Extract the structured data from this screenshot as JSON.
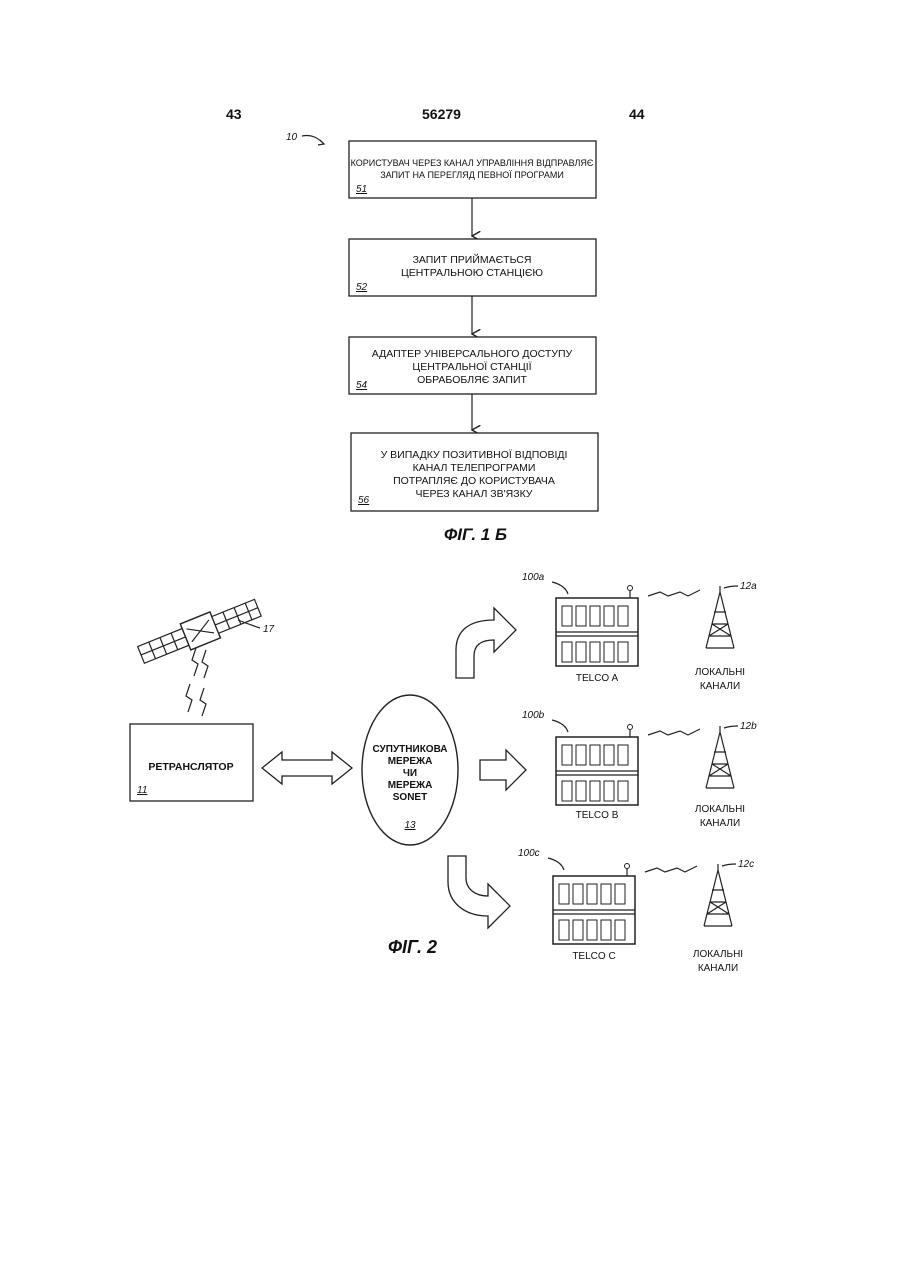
{
  "header": {
    "left_page": "43",
    "doc_number": "56279",
    "right_page": "44"
  },
  "fig1b": {
    "ref": "10",
    "steps": [
      {
        "id": "51",
        "lines": [
          "КОРИСТУВАЧ ЧЕРЕЗ КАНАЛ УПРАВЛІННЯ ВІДПРАВЛЯЄ",
          "ЗАПИТ НА ПЕРЕГЛЯД ПЕВНОЇ ПРОГРАМИ"
        ]
      },
      {
        "id": "52",
        "lines": [
          "ЗАПИТ ПРИЙМАЄТЬСЯ",
          "ЦЕНТРАЛЬНОЮ СТАНЦІЄЮ"
        ]
      },
      {
        "id": "54",
        "lines": [
          "АДАПТЕР УНІВЕРСАЛЬНОГО ДОСТУПУ",
          "ЦЕНТРАЛЬНОЇ СТАНЦІЇ",
          "ОБРАБОБЛЯЄ ЗАПИТ"
        ]
      },
      {
        "id": "56",
        "lines": [
          "У ВИПАДКУ ПОЗИТИВНОЇ ВІДПОВІДІ",
          "КАНАЛ ТЕЛЕПРОГРАМИ",
          "ПОТРАПЛЯЄ ДО КОРИСТУВАЧА",
          "ЧЕРЕЗ КАНАЛ ЗВ'ЯЗКУ"
        ]
      }
    ],
    "caption": "ФІГ. 1 Б"
  },
  "fig2": {
    "satellite_ref": "17",
    "repeater": {
      "label": "РЕТРАНСЛЯТОР",
      "ref": "11"
    },
    "network": {
      "lines": [
        "СУПУТНИКОВА",
        "МЕРЕЖА",
        "ЧИ",
        "МЕРЕЖА",
        "SONET"
      ],
      "ref": "13"
    },
    "telcos": [
      {
        "ref": "100a",
        "label": "TELCO A",
        "tower_ref": "12a",
        "channel_lines": [
          "ЛОКАЛЬНІ",
          "КАНАЛИ"
        ]
      },
      {
        "ref": "100b",
        "label": "TELCO B",
        "tower_ref": "12b",
        "channel_lines": [
          "ЛОКАЛЬНІ",
          "КАНАЛИ"
        ]
      },
      {
        "ref": "100c",
        "label": "TELCO C",
        "tower_ref": "12c",
        "channel_lines": [
          "ЛОКАЛЬНІ",
          "КАНАЛИ"
        ]
      }
    ],
    "caption": "ФІГ. 2"
  }
}
